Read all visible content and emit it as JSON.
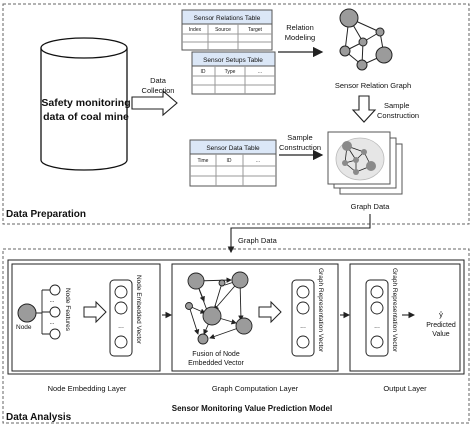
{
  "source": {
    "label_line1": "Safety monitoring",
    "label_line2": "data of coal mine"
  },
  "arrows": {
    "data_collection_line1": "Data",
    "data_collection_line2": "Collection",
    "relation_modeling_line1": "Relation",
    "relation_modeling_line2": "Modeling",
    "sample_construction_right_line1": "Sample",
    "sample_construction_right_line2": "Construction",
    "sample_construction_left_line1": "Sample",
    "sample_construction_left_line2": "Construction",
    "graph_data": "Graph Data"
  },
  "tables": {
    "relations": {
      "title": "Sensor Relations Table",
      "columns": [
        "Index",
        "Source",
        "Target"
      ]
    },
    "setups": {
      "title": "Sensor Setups Table",
      "columns": [
        "ID",
        "Type",
        "..."
      ]
    },
    "data": {
      "title": "Sensor Data Table",
      "columns": [
        "Time",
        "ID",
        "..."
      ]
    }
  },
  "outputs": {
    "relation_graph_label": "Sensor Relation Graph",
    "graph_data_label": "Graph Data"
  },
  "sections": {
    "data_preparation": "Data Preparation",
    "data_analysis": "Data Analysis"
  },
  "model": {
    "title": "Sensor Monitoring Value Prediction Model",
    "node_label": "Node",
    "node_features": "Node Features",
    "node_embedded_vector": "Node Embedded Vector",
    "dots": "...",
    "graph_representation_vector_1": "Graph Representation Vector",
    "graph_representation_vector_2": "Graph Representation Vector",
    "fusion_line1": "Fusion of Node",
    "fusion_line2": "Embedded Vector",
    "predicted_symbol": "ŷ",
    "predicted_line1": "Predicted",
    "predicted_line2": "Value",
    "layers": [
      "Node Embedding Layer",
      "Graph Computation Layer",
      "Output Layer"
    ]
  }
}
